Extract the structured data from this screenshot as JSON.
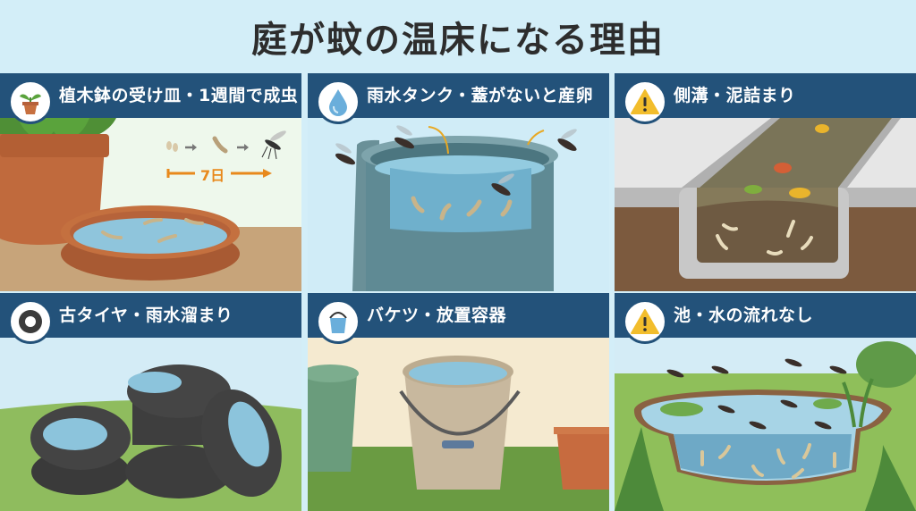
{
  "title": "庭が蚊の温床になる理由",
  "panels": [
    {
      "id": "saucer",
      "label": "植木鉢の受け皿・1週間で成虫",
      "icon": "potted-plant-icon",
      "timeline_label": "7日"
    },
    {
      "id": "rain-tank",
      "label": "雨水タンク・蓋がないと産卵",
      "icon": "water-drop-icon"
    },
    {
      "id": "gutter",
      "label": "側溝・泥詰まり",
      "icon": "warning-icon"
    },
    {
      "id": "tires",
      "label": "古タイヤ・雨水溜まり",
      "icon": "tire-icon"
    },
    {
      "id": "bucket",
      "label": "バケツ・放置容器",
      "icon": "bucket-icon"
    },
    {
      "id": "pond",
      "label": "池・水の流れなし",
      "icon": "warning-icon"
    }
  ],
  "colors": {
    "header_bg": "#23527a",
    "page_bg": "#d3eef8",
    "title_text": "#2d2d2d",
    "accent_orange": "#e8891c",
    "warning_yellow": "#f2bd2c"
  }
}
